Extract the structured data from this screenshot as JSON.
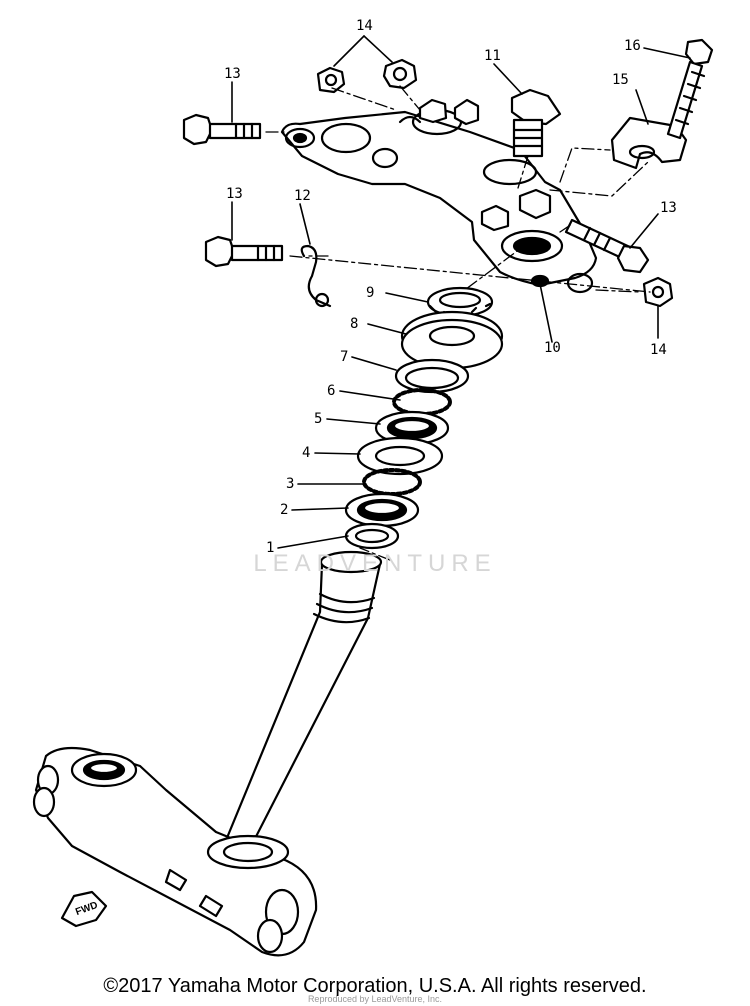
{
  "callouts": {
    "p1": "1",
    "p2": "2",
    "p3": "3",
    "p4": "4",
    "p5": "5",
    "p6": "6",
    "p7": "7",
    "p8": "8",
    "p9": "9",
    "p10": "10",
    "p11": "11",
    "p12": "12",
    "p13a": "13",
    "p13b": "13",
    "p13c": "13",
    "p14a": "14",
    "p14b": "14",
    "p15": "15",
    "p16": "16"
  },
  "watermark": "LEADVENTURE",
  "fwd_label": "FWD",
  "copyright": "©2017 Yamaha Motor Corporation, U.S.A. All rights reserved.",
  "reproduced": "Reproduced by LeadVenture, Inc."
}
